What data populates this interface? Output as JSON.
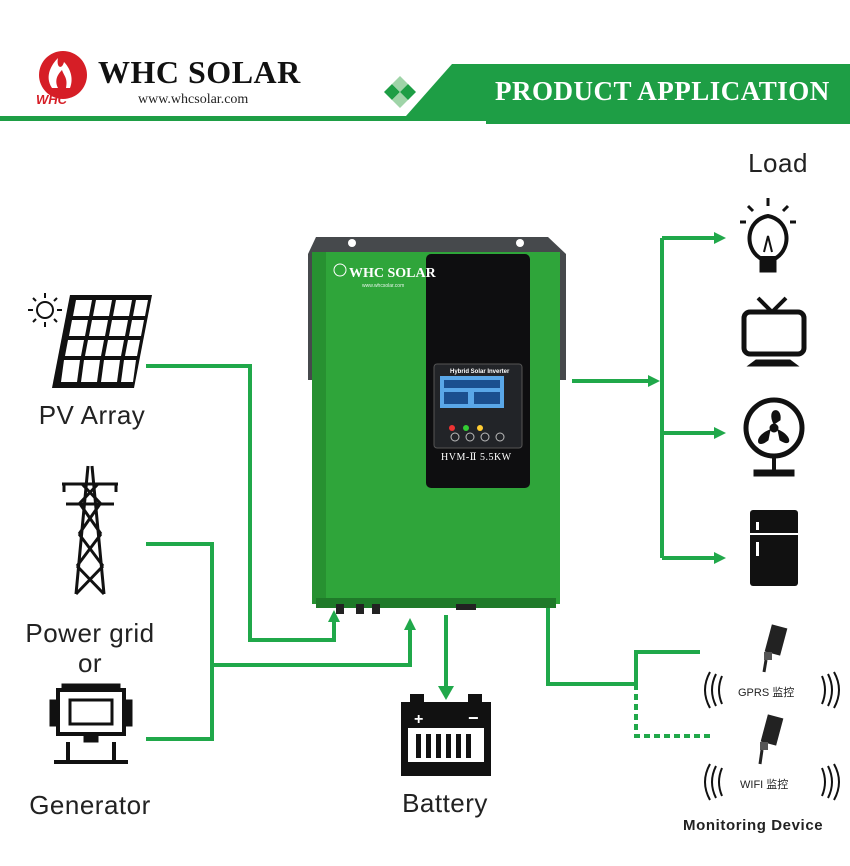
{
  "header": {
    "brand_name": "WHC SOLAR",
    "website": "www.whcsolar.com",
    "logo_text": "WHC",
    "banner_title": "PRODUCT APPLICATION"
  },
  "colors": {
    "brand_green": "#1e9e45",
    "line_green": "#20a84a",
    "logo_red": "#d61e26",
    "inverter_green": "#2fa53a"
  },
  "inputs": {
    "pv_label": "PV Array",
    "grid_label": "Power grid",
    "or_label": "or",
    "generator_label": "Generator"
  },
  "inverter": {
    "brand": "WHC SOLAR",
    "website": "www.whcsolar.com",
    "lcd_title": "Hybrid Solar Inverter",
    "model": "HVM-Ⅱ 5.5KW"
  },
  "outputs": {
    "load_title": "Load",
    "load_icons": [
      "light-bulb-icon",
      "tv-icon",
      "fan-icon",
      "refrigerator-icon"
    ],
    "battery_label": "Battery",
    "monitoring": {
      "gprs_label": "GPRS 监控",
      "wifi_label": "WIFI 监控",
      "title": "Monitoring Device"
    }
  }
}
